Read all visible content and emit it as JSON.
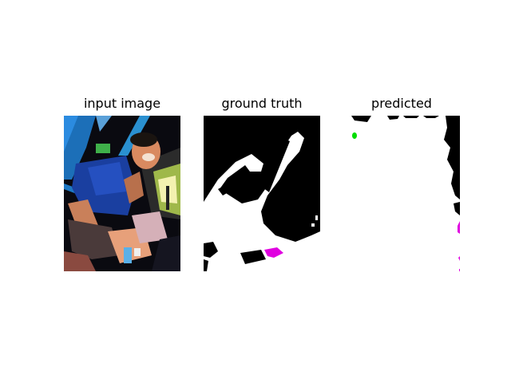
{
  "figure": {
    "panels": [
      {
        "title": "input image"
      },
      {
        "title": "ground truth"
      },
      {
        "title": "predicted"
      }
    ]
  },
  "colors": {
    "background": "#ffffff",
    "mask_background": "#000000",
    "mask_foreground": "#ffffff",
    "mask_class_magenta": "#e000e0",
    "mask_class_green": "#00dd00"
  }
}
